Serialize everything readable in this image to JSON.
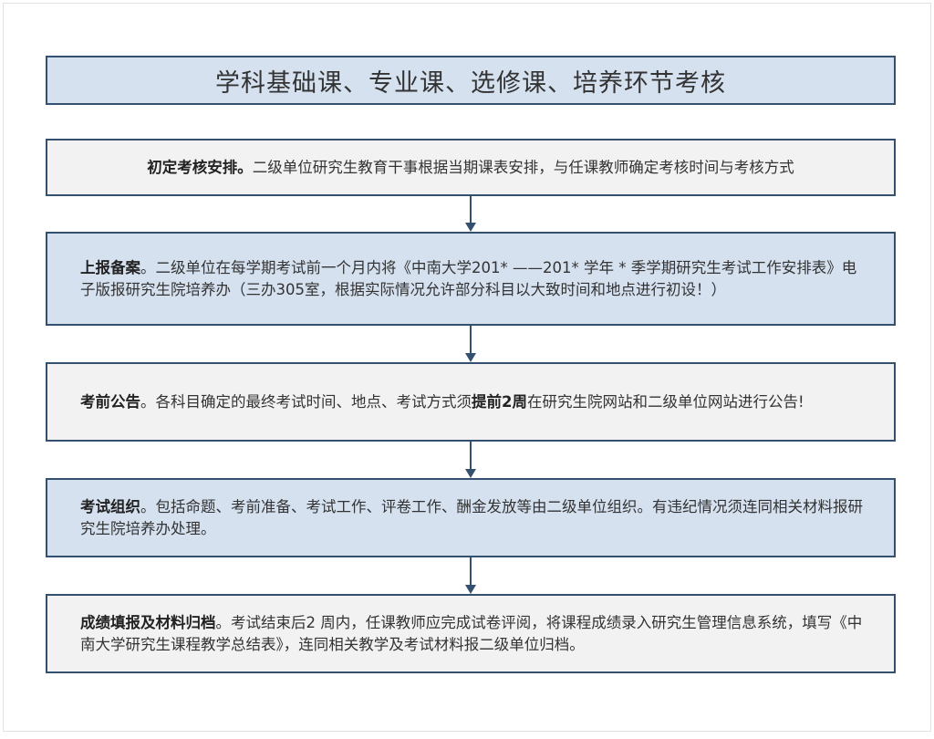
{
  "title": "学科基础课、专业课、选修课、培养环节考核",
  "steps": [
    {
      "bold": "初定考核安排。",
      "text": "二级单位研究生教育干事根据当期课表安排，与任课教师确定考核时间与考核方式"
    },
    {
      "bold": "上报备案",
      "text": "。二级单位在每学期考试前一个月内将《中南大学201* ——201* 学年 * 季学期研究生考试工作安排表》电子版报研究生院培养办（三办305室，根据实际情况允许部分科目以大致时间和地点进行初设！）"
    },
    {
      "bold": "考前公告",
      "text": "。各科目确定的最终考试时间、地点、考试方式须",
      "bold2": "提前2周",
      "text2": "在研究生院网站和二级单位网站进行公告!"
    },
    {
      "bold": "考试组织",
      "text": "。包括命题、考前准备、考试工作、评卷工作、酬金发放等由二级单位组织。有违纪情况须连同相关材料报研究生院培养办处理。"
    },
    {
      "bold": "成绩填报及材料归档",
      "text": "。考试结束后2 周内，任课教师应完成试卷评阅，将课程成绩录入研究生管理信息系统，填写《中南大学研究生课程教学总结表》，连同相关教学及考试材料报二级单位归档。"
    }
  ]
}
